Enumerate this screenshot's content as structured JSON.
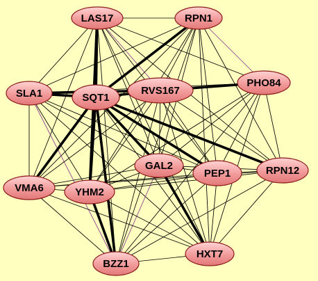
{
  "background_color": "#ffffc0",
  "node_fill_color": "#f29a9a",
  "node_stroke_color": "#8b1a1a",
  "edge_color": "#000000",
  "purple_edge_color": "#8e3a8e",
  "nodes": [
    {
      "id": "LAS17",
      "label": "LAS17"
    },
    {
      "id": "RPN1",
      "label": "RPN1"
    },
    {
      "id": "PHO84",
      "label": "PHO84"
    },
    {
      "id": "SLA1",
      "label": "SLA1"
    },
    {
      "id": "SQT1",
      "label": "SQT1"
    },
    {
      "id": "RVS167",
      "label": "RVS167"
    },
    {
      "id": "GAL2",
      "label": "GAL2"
    },
    {
      "id": "PEP1",
      "label": "PEP1"
    },
    {
      "id": "RPN12",
      "label": "RPN12"
    },
    {
      "id": "VMA6",
      "label": "VMA6"
    },
    {
      "id": "YHM2",
      "label": "YHM2"
    },
    {
      "id": "BZZ1",
      "label": "BZZ1"
    },
    {
      "id": "HXT7",
      "label": "HXT7"
    }
  ],
  "edges": [
    {
      "source": "SQT1",
      "target": "RPN1",
      "weight": "thick"
    },
    {
      "source": "SQT1",
      "target": "LAS17",
      "weight": "thick"
    },
    {
      "source": "SQT1",
      "target": "SLA1",
      "weight": "thick"
    },
    {
      "source": "SQT1",
      "target": "RVS167",
      "weight": "thick"
    },
    {
      "source": "SQT1",
      "target": "VMA6",
      "weight": "thick"
    },
    {
      "source": "SQT1",
      "target": "YHM2",
      "weight": "thick"
    },
    {
      "source": "SQT1",
      "target": "BZZ1",
      "weight": "thick"
    },
    {
      "source": "SQT1",
      "target": "GAL2",
      "weight": "thick"
    },
    {
      "source": "SQT1",
      "target": "PEP1",
      "weight": "thick"
    },
    {
      "source": "SQT1",
      "target": "RPN12",
      "weight": "thick"
    },
    {
      "source": "RVS167",
      "target": "PHO84",
      "weight": "thick"
    },
    {
      "source": "RVS167",
      "target": "SLA1",
      "weight": "thick"
    },
    {
      "source": "GAL2",
      "target": "HXT7",
      "weight": "thick"
    },
    {
      "source": "LAS17",
      "target": "YHM2",
      "weight": "thick"
    },
    {
      "source": "YHM2",
      "target": "BZZ1",
      "weight": "thick"
    },
    {
      "source": "LAS17",
      "target": "RPN1",
      "weight": "thin"
    },
    {
      "source": "LAS17",
      "target": "SLA1",
      "weight": "thin"
    },
    {
      "source": "LAS17",
      "target": "RVS167",
      "weight": "thin",
      "purple": true
    },
    {
      "source": "LAS17",
      "target": "PHO84",
      "weight": "thin"
    },
    {
      "source": "LAS17",
      "target": "VMA6",
      "weight": "thin"
    },
    {
      "source": "LAS17",
      "target": "GAL2",
      "weight": "thin"
    },
    {
      "source": "LAS17",
      "target": "PEP1",
      "weight": "thin"
    },
    {
      "source": "LAS17",
      "target": "HXT7",
      "weight": "thin"
    },
    {
      "source": "LAS17",
      "target": "BZZ1",
      "weight": "thin"
    },
    {
      "source": "LAS17",
      "target": "RPN12",
      "weight": "thin"
    },
    {
      "source": "RPN1",
      "target": "SLA1",
      "weight": "thin"
    },
    {
      "source": "RPN1",
      "target": "RVS167",
      "weight": "thin"
    },
    {
      "source": "RPN1",
      "target": "PHO84",
      "weight": "thin",
      "purple": true
    },
    {
      "source": "RPN1",
      "target": "GAL2",
      "weight": "thin"
    },
    {
      "source": "RPN1",
      "target": "PEP1",
      "weight": "thin"
    },
    {
      "source": "RPN1",
      "target": "RPN12",
      "weight": "thin"
    },
    {
      "source": "RPN1",
      "target": "VMA6",
      "weight": "thin"
    },
    {
      "source": "RPN1",
      "target": "YHM2",
      "weight": "thin"
    },
    {
      "source": "RPN1",
      "target": "HXT7",
      "weight": "thin"
    },
    {
      "source": "RPN1",
      "target": "BZZ1",
      "weight": "thin"
    },
    {
      "source": "SLA1",
      "target": "VMA6",
      "weight": "thin"
    },
    {
      "source": "SLA1",
      "target": "YHM2",
      "weight": "thin"
    },
    {
      "source": "SLA1",
      "target": "BZZ1",
      "weight": "thin",
      "purple": true
    },
    {
      "source": "SLA1",
      "target": "GAL2",
      "weight": "thin"
    },
    {
      "source": "SLA1",
      "target": "PEP1",
      "weight": "thin"
    },
    {
      "source": "SLA1",
      "target": "HXT7",
      "weight": "thin"
    },
    {
      "source": "SLA1",
      "target": "PHO84",
      "weight": "thin"
    },
    {
      "source": "RVS167",
      "target": "GAL2",
      "weight": "thin"
    },
    {
      "source": "RVS167",
      "target": "PEP1",
      "weight": "thin"
    },
    {
      "source": "RVS167",
      "target": "RPN12",
      "weight": "thin"
    },
    {
      "source": "RVS167",
      "target": "VMA6",
      "weight": "thin"
    },
    {
      "source": "RVS167",
      "target": "YHM2",
      "weight": "thin"
    },
    {
      "source": "RVS167",
      "target": "BZZ1",
      "weight": "thin"
    },
    {
      "source": "RVS167",
      "target": "HXT7",
      "weight": "thin"
    },
    {
      "source": "PHO84",
      "target": "GAL2",
      "weight": "thin"
    },
    {
      "source": "PHO84",
      "target": "PEP1",
      "weight": "thin"
    },
    {
      "source": "PHO84",
      "target": "RPN12",
      "weight": "thin"
    },
    {
      "source": "PHO84",
      "target": "YHM2",
      "weight": "thin"
    },
    {
      "source": "PHO84",
      "target": "HXT7",
      "weight": "thin"
    },
    {
      "source": "PHO84",
      "target": "BZZ1",
      "weight": "thin"
    },
    {
      "source": "GAL2",
      "target": "PEP1",
      "weight": "thin"
    },
    {
      "source": "GAL2",
      "target": "RPN12",
      "weight": "thin"
    },
    {
      "source": "GAL2",
      "target": "VMA6",
      "weight": "thin"
    },
    {
      "source": "GAL2",
      "target": "YHM2",
      "weight": "thin"
    },
    {
      "source": "GAL2",
      "target": "BZZ1",
      "weight": "thin",
      "purple": true
    },
    {
      "source": "PEP1",
      "target": "RPN12",
      "weight": "thin"
    },
    {
      "source": "PEP1",
      "target": "VMA6",
      "weight": "thin"
    },
    {
      "source": "PEP1",
      "target": "YHM2",
      "weight": "thin"
    },
    {
      "source": "PEP1",
      "target": "HXT7",
      "weight": "thin"
    },
    {
      "source": "PEP1",
      "target": "BZZ1",
      "weight": "thin"
    },
    {
      "source": "RPN12",
      "target": "HXT7",
      "weight": "thin"
    },
    {
      "source": "RPN12",
      "target": "YHM2",
      "weight": "thin"
    },
    {
      "source": "RPN12",
      "target": "BZZ1",
      "weight": "thin"
    },
    {
      "source": "RPN12",
      "target": "VMA6",
      "weight": "thin"
    },
    {
      "source": "VMA6",
      "target": "YHM2",
      "weight": "thin"
    },
    {
      "source": "VMA6",
      "target": "BZZ1",
      "weight": "thin"
    },
    {
      "source": "VMA6",
      "target": "HXT7",
      "weight": "thin"
    },
    {
      "source": "YHM2",
      "target": "HXT7",
      "weight": "thin"
    },
    {
      "source": "BZZ1",
      "target": "HXT7",
      "weight": "thin"
    },
    {
      "source": "SQT1",
      "target": "HXT7",
      "weight": "thin"
    },
    {
      "source": "SQT1",
      "target": "PHO84",
      "weight": "thin"
    }
  ]
}
